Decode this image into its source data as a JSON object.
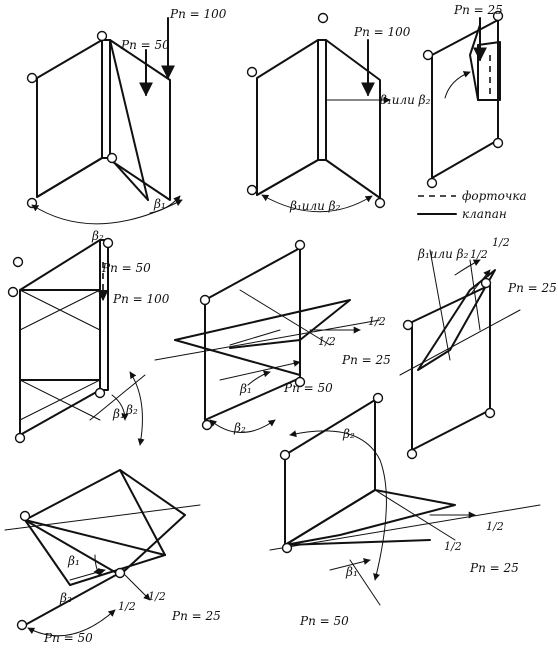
{
  "labels": {
    "p100": "Pп = 100",
    "p50": "Pп = 50",
    "p25": "Pп = 25",
    "b1": "β₁",
    "b2": "β₂",
    "b1_or_b2": "β₁или β₂",
    "half": "1/2"
  },
  "legend": {
    "fortochka": "форточка",
    "klapan": "клапан"
  }
}
